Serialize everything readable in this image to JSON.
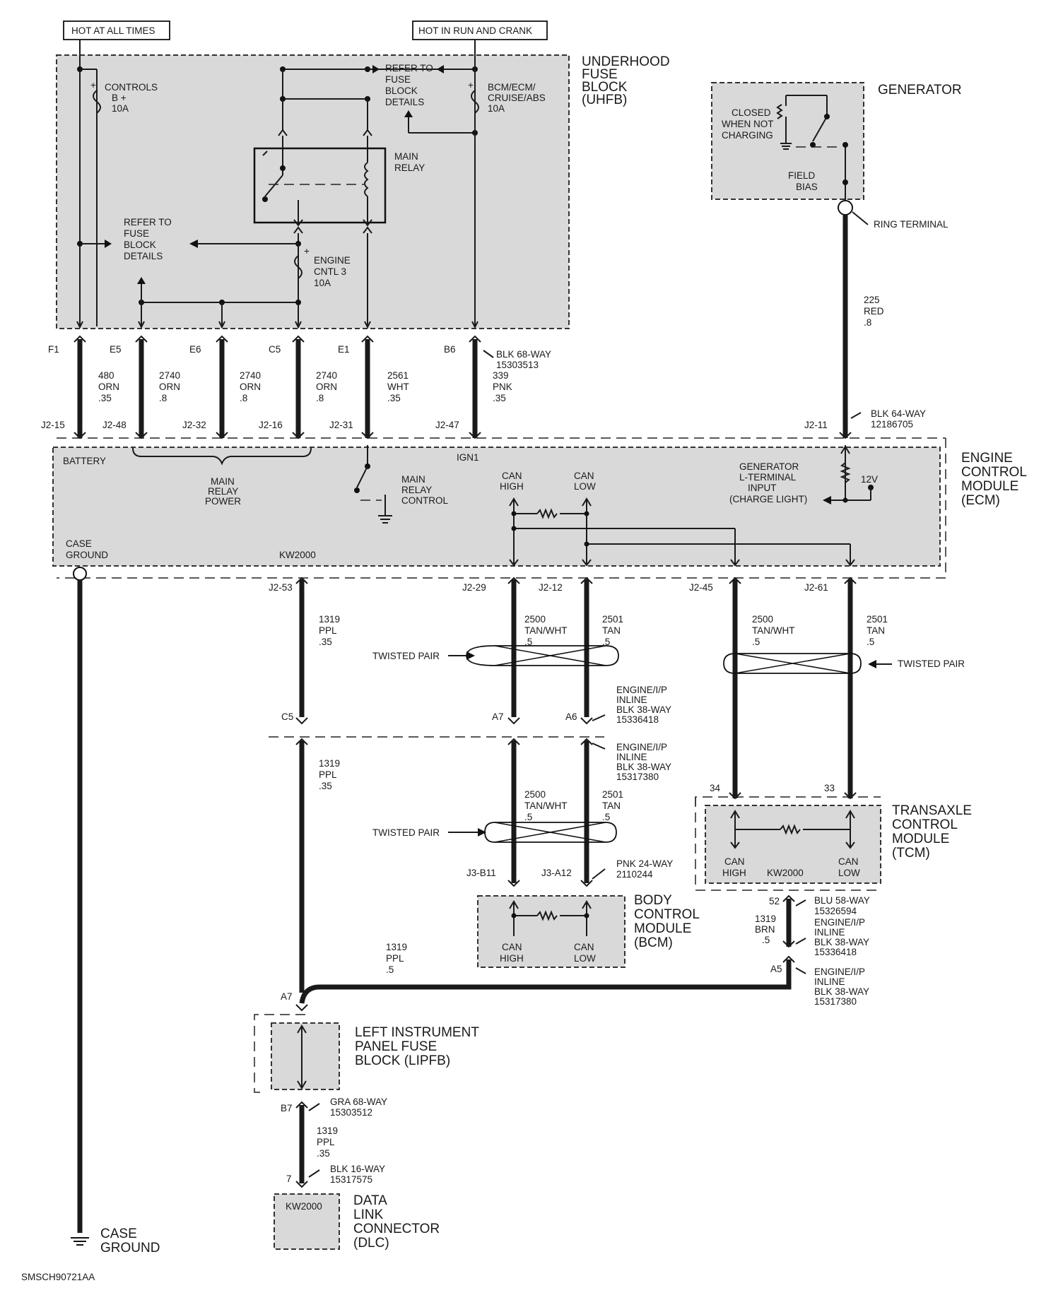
{
  "headers": {
    "hot_always": "HOT AT ALL TIMES",
    "hot_run": "HOT IN RUN AND CRANK"
  },
  "uhfb": {
    "title": [
      "UNDERHOOD",
      "FUSE",
      "BLOCK",
      "(UHFB)"
    ],
    "fuse_controls": [
      "CONTROLS",
      "B +",
      "10A"
    ],
    "fuse_bcm": [
      "BCM/ECM/",
      "CRUISE/ABS",
      "10A"
    ],
    "fuse_engine": [
      "ENGINE",
      "CNTL 3",
      "10A"
    ],
    "refer_top": [
      "REFER TO",
      "FUSE",
      "BLOCK",
      "DETAILS"
    ],
    "refer_left": [
      "REFER TO",
      "FUSE",
      "BLOCK",
      "DETAILS"
    ],
    "main_relay": [
      "MAIN",
      "RELAY"
    ]
  },
  "generator": {
    "title": "GENERATOR",
    "switch_note": [
      "CLOSED",
      "WHEN NOT",
      "CHARGING"
    ],
    "field_bias": [
      "FIELD",
      "BIAS"
    ],
    "ring_terminal": "RING TERMINAL",
    "wire": [
      "225",
      "RED",
      ".8"
    ]
  },
  "uhfb_pins": [
    "F1",
    "E5",
    "E6",
    "C5",
    "E1",
    "B6"
  ],
  "uhfb_connector": [
    "BLK 68-WAY",
    "15303513"
  ],
  "ecm_wires": [
    {
      "circuit": "480",
      "color": "ORN",
      "size": ".35"
    },
    {
      "circuit": "2740",
      "color": "ORN",
      "size": ".8"
    },
    {
      "circuit": "2740",
      "color": "ORN",
      "size": ".8"
    },
    {
      "circuit": "2740",
      "color": "ORN",
      "size": ".8"
    },
    {
      "circuit": "2561",
      "color": "WHT",
      "size": ".35"
    },
    {
      "circuit": "339",
      "color": "PNK",
      "size": ".35"
    }
  ],
  "ecm_pins_top": [
    "J2-15",
    "J2-48",
    "J2-32",
    "J2-16",
    "J2-31",
    "J2-47",
    "J2-11"
  ],
  "ecm_connector": [
    "BLK 64-WAY",
    "12186705"
  ],
  "ecm": {
    "title": [
      "ENGINE",
      "CONTROL",
      "MODULE",
      "(ECM)"
    ],
    "battery": "BATTERY",
    "ign1": "IGN1",
    "main_relay_power": [
      "MAIN",
      "RELAY",
      "POWER"
    ],
    "main_relay_control": [
      "MAIN",
      "RELAY",
      "CONTROL"
    ],
    "can_high": [
      "CAN",
      "HIGH"
    ],
    "can_low": [
      "CAN",
      "LOW"
    ],
    "gen_input": [
      "GENERATOR",
      "L-TERMINAL",
      "INPUT",
      "(CHARGE LIGHT)"
    ],
    "v12": "12V",
    "case_ground": [
      "CASE",
      "GROUND"
    ],
    "kw2000": "KW2000"
  },
  "ecm_pins_bottom": [
    "J2-53",
    "J2-29",
    "J2-12",
    "J2-45",
    "J2-61"
  ],
  "wire_1319_ppl": [
    "1319",
    "PPL",
    ".35"
  ],
  "wire_2500": [
    "2500",
    "TAN/WHT",
    ".5"
  ],
  "wire_2501": [
    "2501",
    "TAN",
    ".5"
  ],
  "twisted_pair": "TWISTED PAIR",
  "inline_pins_top": [
    "C5",
    "A7",
    "A6"
  ],
  "inline_upper": [
    "ENGINE/I/P",
    "INLINE",
    "BLK 38-WAY",
    "15336418"
  ],
  "inline_lower": [
    "ENGINE/I/P",
    "INLINE",
    "BLK 38-WAY",
    "15317380"
  ],
  "bcm_pins": [
    "J3-B11",
    "J3-A12"
  ],
  "bcm_connector": [
    "PNK 24-WAY",
    "2110244"
  ],
  "bcm": {
    "title": [
      "BODY",
      "CONTROL",
      "MODULE",
      "(BCM)"
    ],
    "can_high": [
      "CAN",
      "HIGH"
    ],
    "can_low": [
      "CAN",
      "LOW"
    ]
  },
  "tcm_pins": [
    "34",
    "33"
  ],
  "tcm": {
    "title": [
      "TRANSAXLE",
      "CONTROL",
      "MODULE",
      "(TCM)"
    ],
    "can_high": [
      "CAN",
      "HIGH"
    ],
    "can_low": [
      "CAN",
      "LOW"
    ],
    "kw2000": "KW2000"
  },
  "tcm_out_pin": "52",
  "tcm_connector": [
    "BLU 58-WAY",
    "15326594"
  ],
  "wire_1319_brn": [
    "1319",
    "BRN",
    ".5"
  ],
  "inline_pin_a5": "A5",
  "wire_1319_ppl_5": [
    "1319",
    "PPL",
    ".5"
  ],
  "lipfb_pins": [
    "A7",
    "B7"
  ],
  "lipfb": {
    "title": [
      "LEFT INSTRUMENT",
      "PANEL FUSE",
      "BLOCK (LIPFB)"
    ]
  },
  "lipfb_connector": [
    "GRA 68-WAY",
    "15303512"
  ],
  "dlc_pin": "7",
  "dlc_connector": [
    "BLK 16-WAY",
    "15317575"
  ],
  "dlc": {
    "title": [
      "DATA",
      "LINK",
      "CONNECTOR",
      "(DLC)"
    ],
    "kw2000": "KW2000"
  },
  "case_ground": [
    "CASE",
    "GROUND"
  ],
  "figure_id": "SMSCH90721AA"
}
